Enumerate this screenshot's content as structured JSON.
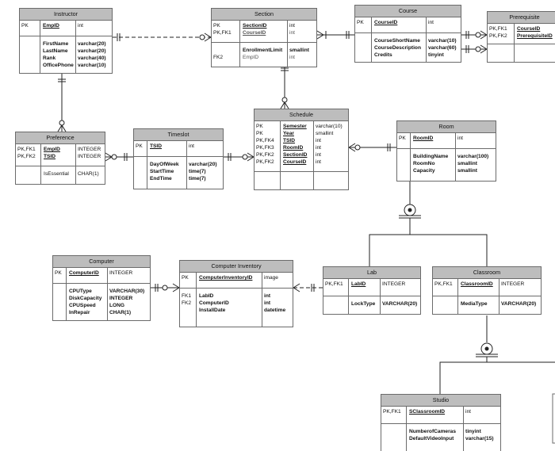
{
  "tables": [
    {
      "id": "instructor",
      "title": "Instructor",
      "pk": [
        [
          "PK",
          "EmpID",
          "int"
        ]
      ],
      "attrs": [
        [
          "",
          "FirstName",
          "varchar(20)"
        ],
        [
          "",
          "LastName",
          "varchar(20)"
        ],
        [
          "",
          "Rank",
          "varchar(40)"
        ],
        [
          "",
          "OfficePhone",
          "varchar(10)"
        ]
      ]
    },
    {
      "id": "section",
      "title": "Section",
      "pk": [
        [
          "PK",
          "SectionID",
          "int"
        ],
        [
          "PK,FK1",
          "CourseID",
          "int"
        ]
      ],
      "attrs": [
        [
          "",
          "EnrollmentLimit",
          "smallint"
        ],
        [
          "FK2",
          "EmpID",
          "int"
        ]
      ]
    },
    {
      "id": "course",
      "title": "Course",
      "pk": [
        [
          "PK",
          "CourseID",
          "int"
        ]
      ],
      "attrs": [
        [
          "",
          "CourseShortName",
          "varchar(10)"
        ],
        [
          "",
          "CourseDescription",
          "varchar(60)"
        ],
        [
          "",
          "Credits",
          "tinyint"
        ]
      ]
    },
    {
      "id": "prerequisite",
      "title": "Prerequisite",
      "pk": [
        [
          "PK,FK1",
          "CourseID",
          ""
        ],
        [
          "PK,FK2",
          "PrerequisiteID",
          ""
        ]
      ],
      "attrs": []
    },
    {
      "id": "preference",
      "title": "Preference",
      "pk": [
        [
          "PK,FK1",
          "EmpID",
          "INTEGER"
        ],
        [
          "PK,FK2",
          "TSID",
          "INTEGER"
        ]
      ],
      "attrs": [
        [
          "",
          "IsEssential",
          "CHAR(1)"
        ]
      ]
    },
    {
      "id": "timeslot",
      "title": "Timeslot",
      "pk": [
        [
          "PK",
          "TSID",
          "int"
        ]
      ],
      "attrs": [
        [
          "",
          "DayOfWeek",
          "varchar(20)"
        ],
        [
          "",
          "StartTime",
          "time(7)"
        ],
        [
          "",
          "EndTime",
          "time(7)"
        ]
      ]
    },
    {
      "id": "schedule",
      "title": "Schedule",
      "pk": [
        [
          "PK",
          "Semester",
          "varchar(10)"
        ],
        [
          "PK",
          "Year",
          "smallint"
        ],
        [
          "PK,FK4",
          "TSID",
          "int"
        ],
        [
          "PK,FK3",
          "RoomID",
          "int"
        ],
        [
          "PK,FK2",
          "SectionID",
          "int"
        ],
        [
          "PK,FK2",
          "CourseID",
          "int"
        ]
      ],
      "attrs": []
    },
    {
      "id": "room",
      "title": "Room",
      "pk": [
        [
          "PK",
          "RoomID",
          "int"
        ]
      ],
      "attrs": [
        [
          "",
          "BuildingName",
          "varchar(100)"
        ],
        [
          "",
          "RoomNo",
          "smallint"
        ],
        [
          "",
          "Capacity",
          "smallint"
        ]
      ]
    },
    {
      "id": "computer",
      "title": "Computer",
      "pk": [
        [
          "PK",
          "ComputerID",
          "INTEGER"
        ]
      ],
      "attrs": [
        [
          "",
          "CPUType",
          "VARCHAR(30)"
        ],
        [
          "",
          "DiskCapacity",
          "INTEGER"
        ],
        [
          "",
          "CPUSpeed",
          "LONG"
        ],
        [
          "",
          "InRepair",
          "CHAR(1)"
        ]
      ]
    },
    {
      "id": "computer_inventory",
      "title": "Computer Inventory",
      "pk": [
        [
          "PK",
          "ComputerInventoryID",
          "image"
        ]
      ],
      "attrs": [
        [
          "FK1",
          "LabID",
          "int"
        ],
        [
          "FK2",
          "ComputerID",
          "int"
        ],
        [
          "",
          "InstallDate",
          "datetime"
        ]
      ]
    },
    {
      "id": "lab",
      "title": "Lab",
      "pk": [
        [
          "PK,FK1",
          "LabID",
          "INTEGER"
        ]
      ],
      "attrs": [
        [
          "",
          "LockType",
          "VARCHAR(20)"
        ]
      ]
    },
    {
      "id": "classroom",
      "title": "Classroom",
      "pk": [
        [
          "PK,FK1",
          "ClassroomID",
          "INTEGER"
        ]
      ],
      "attrs": [
        [
          "",
          "MediaType",
          "VARCHAR(20)"
        ]
      ]
    },
    {
      "id": "studio",
      "title": "Studio",
      "pk": [
        [
          "PK,FK1",
          "SClassroomID",
          "int"
        ]
      ],
      "attrs": [
        [
          "",
          "NumberofCameras",
          "tinyint"
        ],
        [
          "",
          "DefaultVideoInput",
          "varchar(15)"
        ]
      ]
    }
  ]
}
